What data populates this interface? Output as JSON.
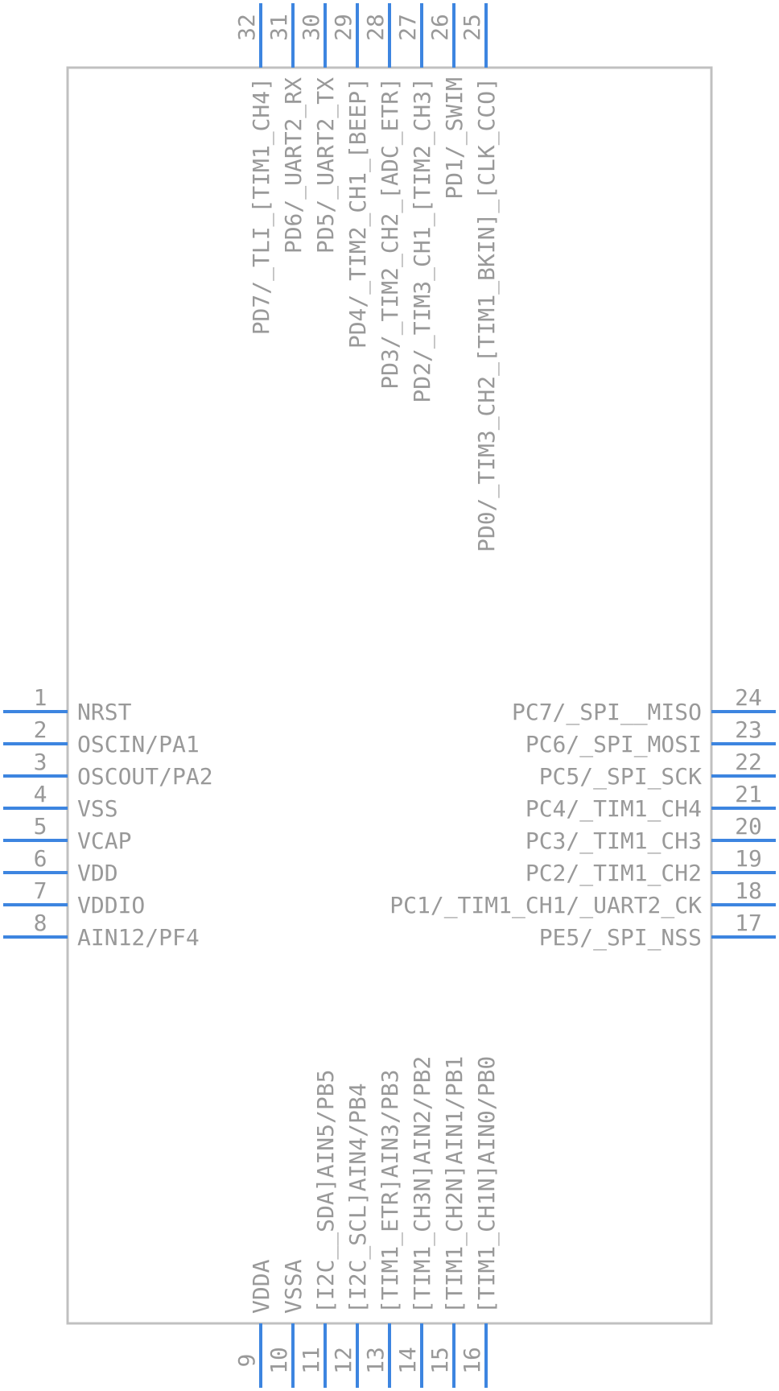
{
  "component": {
    "left_pins": [
      {
        "number": "1",
        "name": "NRST"
      },
      {
        "number": "2",
        "name": "OSCIN/PA1"
      },
      {
        "number": "3",
        "name": "OSCOUT/PA2"
      },
      {
        "number": "4",
        "name": "VSS"
      },
      {
        "number": "5",
        "name": "VCAP"
      },
      {
        "number": "6",
        "name": "VDD"
      },
      {
        "number": "7",
        "name": "VDDIO"
      },
      {
        "number": "8",
        "name": "AIN12/PF4"
      }
    ],
    "right_pins": [
      {
        "number": "24",
        "name": "PC7/_SPI__MISO"
      },
      {
        "number": "23",
        "name": "PC6/_SPI_MOSI"
      },
      {
        "number": "22",
        "name": "PC5/_SPI_SCK"
      },
      {
        "number": "21",
        "name": "PC4/_TIM1_CH4"
      },
      {
        "number": "20",
        "name": "PC3/_TIM1_CH3"
      },
      {
        "number": "19",
        "name": "PC2/_TIM1_CH2"
      },
      {
        "number": "18",
        "name": "PC1/_TIM1_CH1/_UART2_CK"
      },
      {
        "number": "17",
        "name": "PE5/_SPI_NSS"
      }
    ],
    "top_pins": [
      {
        "number": "32",
        "name": "PD7/_TLI_[TIM1_CH4]"
      },
      {
        "number": "31",
        "name": "PD6/_UART2_RX"
      },
      {
        "number": "30",
        "name": "PD5/_UART2_TX"
      },
      {
        "number": "29",
        "name": "PD4/_TIM2_CH1_[BEEP]"
      },
      {
        "number": "28",
        "name": "PD3/_TIM2_CH2_[ADC_ETR]"
      },
      {
        "number": "27",
        "name": "PD2/_TIM3_CH1_[TIM2_CH3]"
      },
      {
        "number": "26",
        "name": "PD1/_SWIM"
      },
      {
        "number": "25",
        "name": "PD0/_TIM3_CH2_[TIM1_BKIN]_[CLK_CCO]"
      }
    ],
    "bottom_pins": [
      {
        "number": "9",
        "name": "VDDA"
      },
      {
        "number": "10",
        "name": "VSSA"
      },
      {
        "number": "11",
        "name": "[I2C__SDA]AIN5/PB5"
      },
      {
        "number": "12",
        "name": "[I2C_SCL]AIN4/PB4"
      },
      {
        "number": "13",
        "name": "[TIM1_ETR]AIN3/PB3"
      },
      {
        "number": "14",
        "name": "[TIM1_CH3N]AIN2/PB2"
      },
      {
        "number": "15",
        "name": "[TIM1_CH2N]AIN1/PB1"
      },
      {
        "number": "16",
        "name": "[TIM1_CH1N]AIN0/PB0"
      }
    ],
    "colors": {
      "pin": "#3d85e0",
      "outline": "#c0c0c0",
      "text": "#999999"
    }
  }
}
